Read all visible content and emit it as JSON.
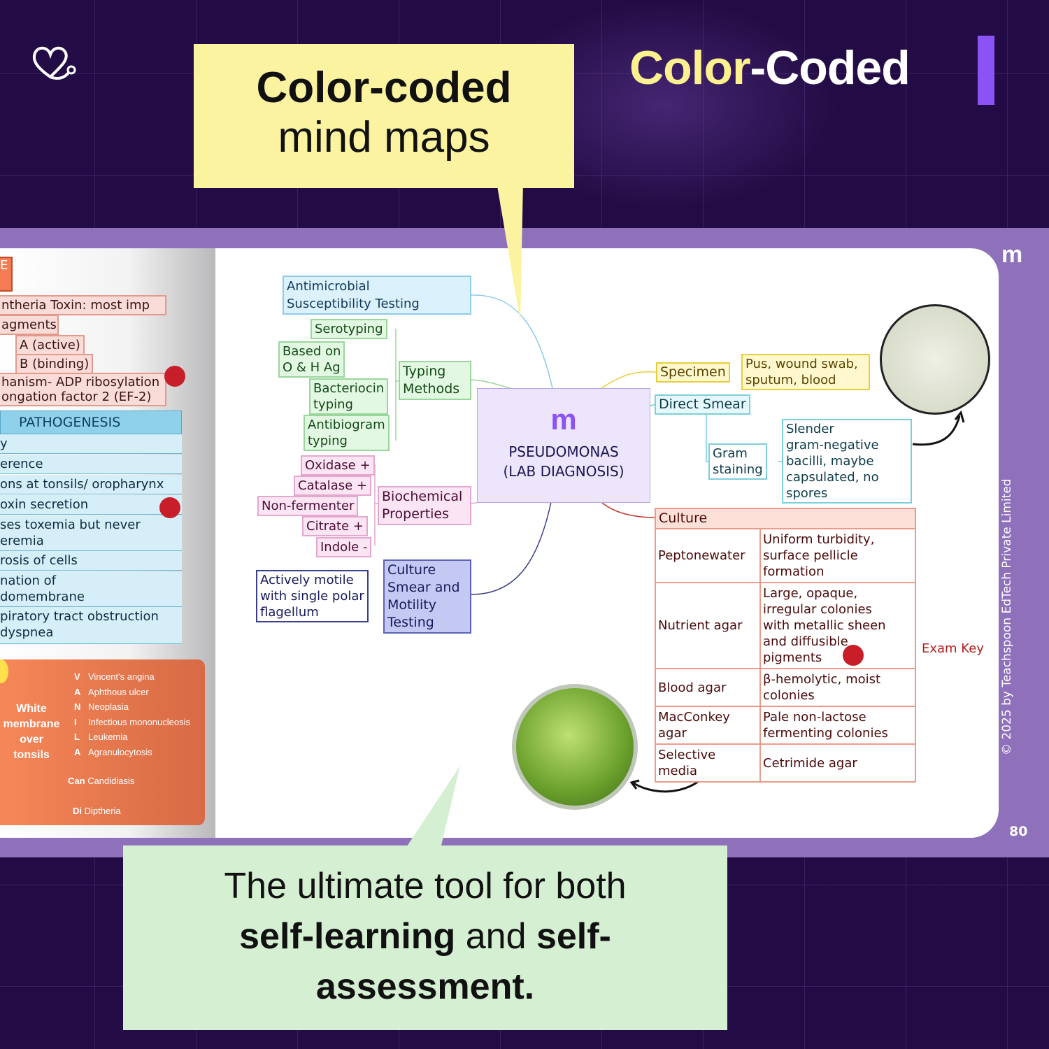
{
  "header": {
    "title_part1": "Color",
    "title_part2": "-Coded",
    "brand_color": "#fdf08f",
    "accent_bar_color": "#8b52f5"
  },
  "callout_top": {
    "line1": "Color-coded",
    "line2": "mind maps",
    "bg": "#fcf3a0"
  },
  "callout_bottom": {
    "line1": "The ultimate tool for both",
    "bold1": "self-learning",
    "mid": " and ",
    "bold2": "self-",
    "bold3": "assessment.",
    "bg": "#d5efd3"
  },
  "left_page": {
    "top_tag": "E",
    "toxin_items": [
      "ntheria Toxin: most imp",
      "agments",
      "A (active)",
      "B (binding)",
      "hanism- ADP ribosylation",
      "ongation factor 2 (EF-2)"
    ],
    "pathogenesis_title": "PATHOGENESIS",
    "pathogenesis_rows": [
      "y",
      "erence",
      "ons at tonsils/ oropharynx",
      "oxin secretion",
      "ses toxemia but never",
      "eremia",
      "rosis of cells",
      "nation of",
      "domembrane",
      "piratory tract obstruction",
      "dyspnea"
    ],
    "mnemonic": {
      "label": [
        "White",
        "membrane",
        "over",
        "tonsils"
      ],
      "items": [
        {
          "l": "V",
          "t": "Vincent's angina"
        },
        {
          "l": "A",
          "t": "Aphthous ulcer"
        },
        {
          "l": "N",
          "t": "Neoplasia"
        },
        {
          "l": "I",
          "t": "Infectious mononucleosis"
        },
        {
          "l": "L",
          "t": "Leukemia"
        },
        {
          "l": "A",
          "t": "Agranulocytosis"
        }
      ],
      "can_l": "Can",
      "can_t": "Candidiasis",
      "di_l": "Di",
      "di_t": "Diptheria"
    }
  },
  "mind_map": {
    "center": "PSEUDOMONAS\n(LAB DIAGNOSIS)",
    "ast": "Antimicrobial\nSusceptibility Testing",
    "typing": {
      "label": "Typing\nMethods",
      "items": [
        "Serotyping",
        "Based on\nO & H Ag",
        "Bacteriocin\ntyping",
        "Antibiogram\ntyping"
      ]
    },
    "biochem": {
      "label": "Biochemical\nProperties",
      "items": [
        "Oxidase +",
        "Catalase +",
        "Non-fermenter",
        "Citrate +",
        "Indole -"
      ]
    },
    "motility": {
      "label": "Culture\nSmear and\nMotility\nTesting",
      "detail": "Actively motile\nwith single polar\nflagellum"
    },
    "specimen": {
      "label": "Specimen",
      "detail": "Pus, wound swab,\nsputum, blood"
    },
    "smear": {
      "label": "Direct Smear",
      "gram": "Gram\nstaining",
      "detail": "Slender\ngram-negative\nbacilli, maybe\ncapsulated, no\nspores"
    },
    "culture": {
      "label": "Culture",
      "rows": [
        {
          "medium": "Peptonewater",
          "result": "Uniform turbidity,\nsurface pellicle\nformation"
        },
        {
          "medium": "Nutrient agar",
          "result": "Large, opaque,\nirregular colonies\nwith metallic sheen\nand diffusible\npigments"
        },
        {
          "medium": "Blood agar",
          "result": "β-hemolytic, moist\ncolonies"
        },
        {
          "medium": "MacConkey\nagar",
          "result": "Pale non-lactose\nfermenting colonies"
        },
        {
          "medium": "Selective\nmedia",
          "result": "Cetrimide agar"
        }
      ]
    }
  },
  "footer": {
    "exam_key": "Exam Key",
    "copyright": "© 2025 by Teachspoon EdTech Private Limited",
    "page_number": "80"
  }
}
